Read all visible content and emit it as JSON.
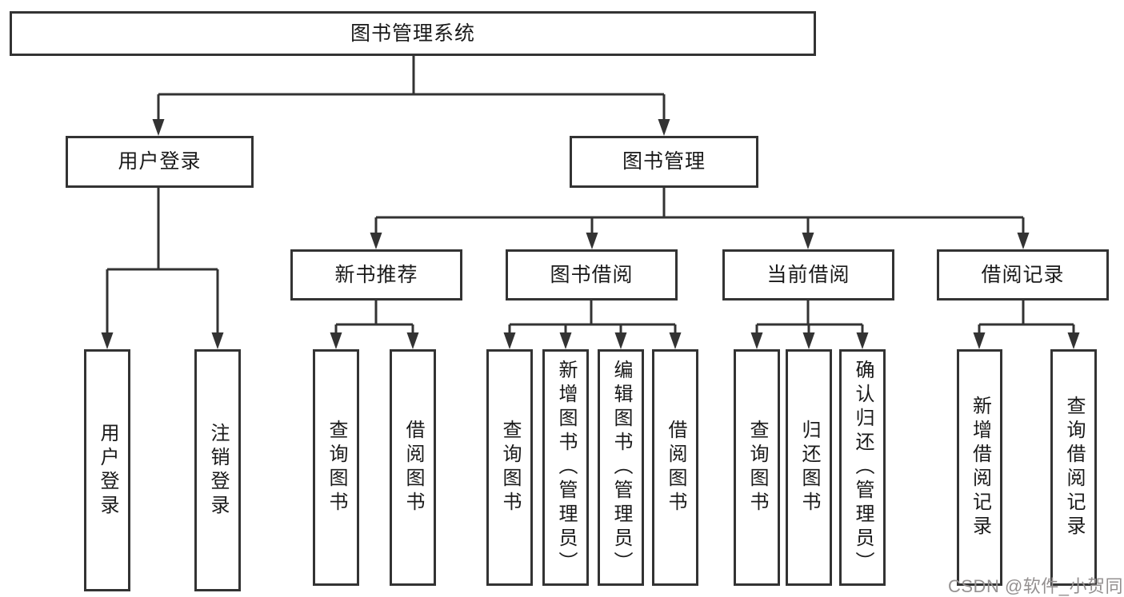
{
  "diagram": {
    "root": {
      "label": "图书管理系统",
      "children": [
        {
          "label": "用户登录",
          "children": [
            {
              "label": "用户登录"
            },
            {
              "label": "注销登录"
            }
          ]
        },
        {
          "label": "图书管理",
          "children": [
            {
              "label": "新书推荐",
              "children": [
                {
                  "label": "查询图书"
                },
                {
                  "label": "借阅图书"
                }
              ]
            },
            {
              "label": "图书借阅",
              "children": [
                {
                  "label": "查询图书"
                },
                {
                  "label": "新增图书（管理员）"
                },
                {
                  "label": "编辑图书（管理员）"
                },
                {
                  "label": "借阅图书"
                }
              ]
            },
            {
              "label": "当前借阅",
              "children": [
                {
                  "label": "查询图书"
                },
                {
                  "label": "归还图书"
                },
                {
                  "label": "确认归还（管理员）"
                }
              ]
            },
            {
              "label": "借阅记录",
              "children": [
                {
                  "label": "新增借阅记录"
                },
                {
                  "label": "查询借阅记录"
                }
              ]
            }
          ]
        }
      ]
    },
    "watermark": "CSDN @软件_小贺同学",
    "colors": {
      "line": "#333333",
      "box_border": "#333333",
      "box_background": "#ffffff",
      "text": "#1a1a1a",
      "watermark": "#949090",
      "page_background": "#ffffff"
    }
  }
}
